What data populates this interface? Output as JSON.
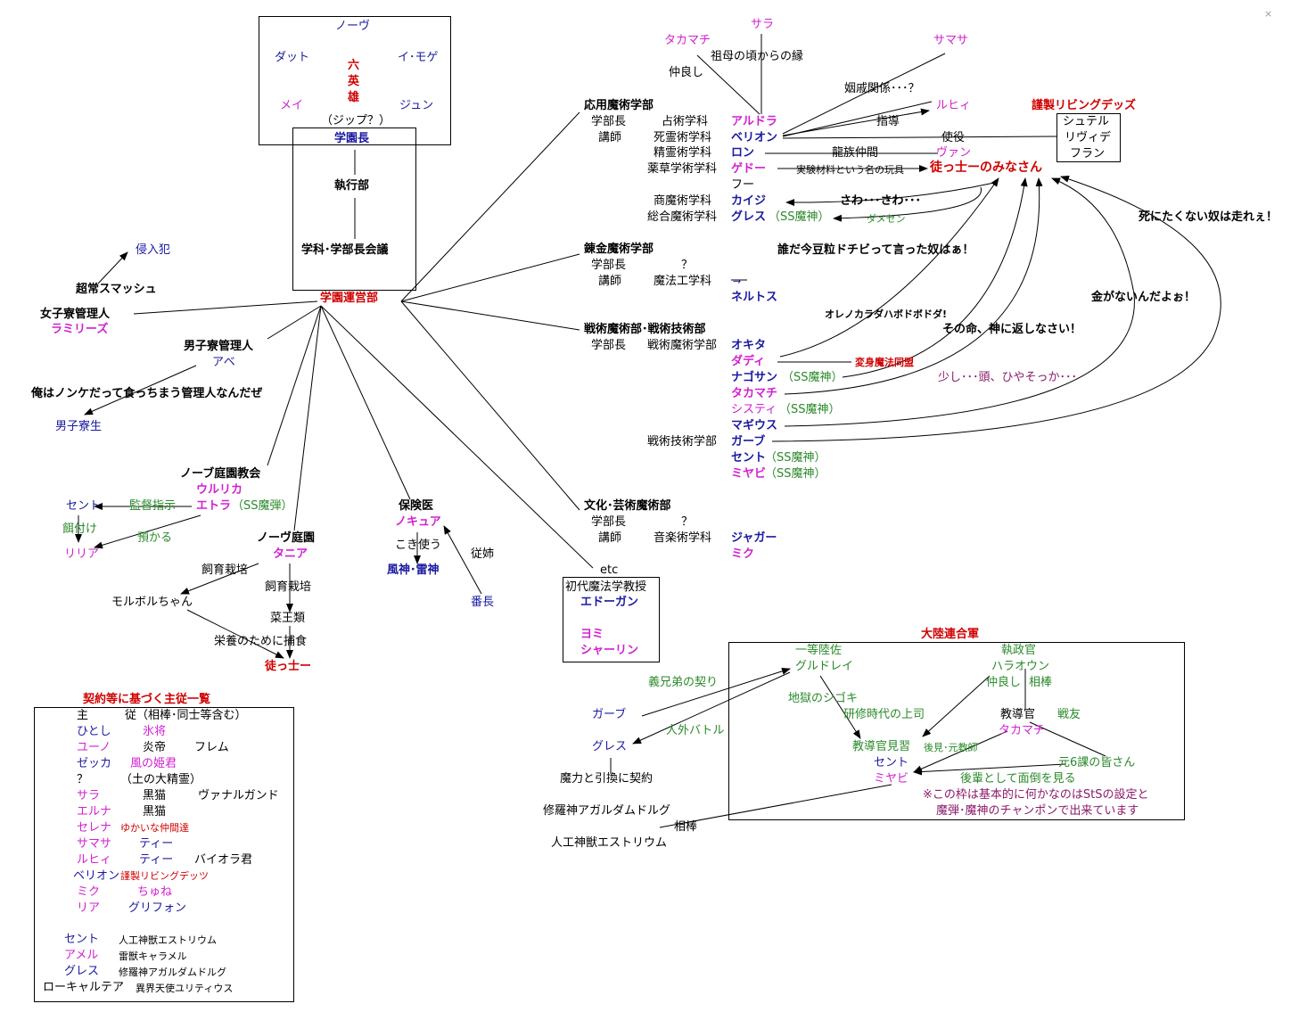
{
  "corner_mark": "×",
  "six_heroes": {
    "title_line1": "六",
    "title_line2": "英",
    "title_line3": "雄",
    "nova": "ノーヴ",
    "datto": "ダット",
    "imoge": "イ･モゲ",
    "mei": "メイ",
    "jun": "ジュン",
    "jip": "（ジップ？）"
  },
  "admin": {
    "chancellor": "学園長",
    "executive": "執行部",
    "council": "学科･学部長会議",
    "management": "学園運営部"
  },
  "left": {
    "intruder": "侵入犯",
    "super_smash": "超常スマッシュ",
    "women_dorm_manager": "女子寮管理人",
    "ramiris": "ラミリーズ",
    "men_dorm_manager": "男子寮管理人",
    "abe": "アベ",
    "quote": "俺はノンケだって食っちまう管理人なんだぜ",
    "men_dorm_students": "男子寮生",
    "church": "ノーブ庭園教会",
    "ulrika": "ウルリカ",
    "etora": "エトラ",
    "ss_bullet": "（SS魔弾）",
    "sent": "セント",
    "supervise": "監督指示",
    "feeding": "餌付け",
    "entrust": "預かる",
    "liria": "リリア",
    "garden": "ノーヴ庭園",
    "tania": "タニア",
    "breed1": "飼育栽培",
    "breed2": "飼育栽培",
    "morbol": "モルボルちゃん",
    "herb_king": "菜王類",
    "nutrition": "栄養のために捕食",
    "apprentice": "徒っ士ー",
    "nurse": "保険医",
    "nocure": "ノキュア",
    "kokitsukau": "こき使う",
    "wind_thunder": "風神･雷神",
    "cousin": "従姉",
    "banchou": "番長"
  },
  "faculties": {
    "applied": "応用魔術学部",
    "dean": "学部長",
    "lecturer": "講師",
    "divination": "占術学科",
    "necromancy": "死霊術学科",
    "spirit": "精霊術学科",
    "herbal": "薬草学術学科",
    "commerce": "商魔術学科",
    "general": "総合魔術学科",
    "aldora": "アルドラ",
    "berion": "ベリオン",
    "ron": "ロン",
    "gedo": "ゲドー",
    "fu": "フー",
    "kaiji": "カイジ",
    "gures": "グレス",
    "ss_god": "（SS魔神）",
    "alchemy": "錬金魔術学部",
    "alchemy_dean": "学部長",
    "q1": "？",
    "alchemy_lecturer": "講師",
    "magic_eng": "魔法工学科",
    "arrow": "→",
    "nerutos": "ネルトス",
    "tactical": "戦術魔術部･戦術技術部",
    "tactical_dean": "学部長",
    "tactical_magic": "戦術魔術学部",
    "okita": "オキタ",
    "dadi": "ダディ",
    "nagosan": "ナゴサン",
    "ss_god2": "（SS魔神）",
    "takamachi": "タカマチ",
    "sisty": "システィ",
    "ss_god3": "（SS魔神）",
    "magius": "マギウス",
    "tactical_tech": "戦術技術学部",
    "gab": "ガーブ",
    "sent": "セント",
    "ss_god4": "（SS魔神）",
    "miyabi": "ミヤビ",
    "ss_god5": "（SS魔神）",
    "culture": "文化･芸術魔術部",
    "culture_dean": "学部長",
    "q2": "？",
    "culture_lecturer": "講師",
    "music": "音楽術学科",
    "jaguar": "ジャガー",
    "miku": "ミク",
    "etc": "etc",
    "first_prof": "初代魔法学教授",
    "edgan": "エドーガン",
    "yomi": "ヨミ",
    "sharin": "シャーリン"
  },
  "top_right": {
    "sara": "サラ",
    "takamachi": "タカマチ",
    "samasa": "サマサ",
    "nakayoshi": "仲良し",
    "grandmother": "祖母の頃からの縁",
    "in_law": "姻戚関係･･･？",
    "ruhi": "ルヒィ",
    "shido": "指導",
    "custom_living_dead": "謹製リビングデッズ",
    "shutel": "シュテル",
    "rivide": "リヴィデ",
    "fran": "フラン",
    "servant": "使役",
    "dragon_friend": "龍族仲間",
    "van": "ヴァン",
    "toy_label": "実験材料という名の玩具",
    "apprentices": "徒っ士ーのみなさん",
    "sawa": "さわ･･･さわ･･･",
    "damesen": "ダメセン",
    "who_said": "誰だ今豆粒ドチビって言った奴はぁ！",
    "run": "死にたくない奴は走れぇ！",
    "money": "金がないんだよぉ！",
    "orenokarada": "オレノカラダハボドボドダ!",
    "henshin": "変身魔法同盟",
    "life": "その命、神に返しなさい！",
    "cool": "少し･･･頭、ひやそっか･･･"
  },
  "army": {
    "title": "大陸連合軍",
    "first_lt": "一等陸佐",
    "gurdrei": "グルドレイ",
    "regent": "執政官",
    "haraoun": "ハラオウン",
    "nakayoshi": "仲良し",
    "aibou": "相棒",
    "hell": "地獄のシゴキ",
    "training_boss": "研修時代の上司",
    "instructor": "教導官",
    "takamachi": "タカマチ",
    "senyu": "戦友",
    "trainee": "教導官見習",
    "senior": "後見･元教師",
    "sent": "セント",
    "miyabi": "ミヤビ",
    "former6": "元6課の皆さん",
    "kouhai": "後輩として面倒を見る",
    "note1": "※この枠は基本的に何かなのはStSの設定と",
    "note2": "魔弾･魔神のチャンポンで出来ています",
    "brother": "義兄弟の契り",
    "gab": "ガーブ",
    "gures": "グレス",
    "human_battle": "人外バトル",
    "contract": "魔力と引換に契約",
    "shura": "修羅神アガルダムドルグ",
    "aibou2": "相棒",
    "artificial": "人工神獣エストリウム"
  },
  "contract_list": {
    "title": "契約等に基づく主従一覧",
    "header_master": "主",
    "header_servant": "従（相棒･同士等含む）",
    "rows": [
      {
        "m": "ひとし",
        "s": "氷将",
        "x": ""
      },
      {
        "m": "ユーノ",
        "s": "炎帝",
        "x": "フレム"
      },
      {
        "m": "ゼッカ",
        "s": "風の姫君",
        "x": ""
      },
      {
        "m": "？",
        "s": "（土の大精霊）",
        "x": ""
      },
      {
        "m": "サラ",
        "s": "黒猫",
        "x": "ヴァナルガンド"
      },
      {
        "m": "エルナ",
        "s": "黒猫",
        "x": ""
      },
      {
        "m": "セレナ",
        "s": "ゆかいな仲間達",
        "x": ""
      },
      {
        "m": "サマサ",
        "s": "ティー",
        "x": ""
      },
      {
        "m": "ルヒィ",
        "s": "ティー",
        "x": "バイオラ君"
      },
      {
        "m": "ベリオン",
        "s": "謹製リビングデッツ",
        "x": ""
      },
      {
        "m": "ミク",
        "s": "ちゅね",
        "x": ""
      },
      {
        "m": "リア",
        "s": "グリフォン",
        "x": ""
      }
    ],
    "rows2": [
      {
        "m": "セント",
        "s": "人工神獣エストリウム"
      },
      {
        "m": "アメル",
        "s": "雷獣キャラメル"
      },
      {
        "m": "グレス",
        "s": "修羅神アガルダムドルグ"
      },
      {
        "m": "ローキャルテア",
        "s": "異界天使ユリティウス"
      }
    ]
  }
}
